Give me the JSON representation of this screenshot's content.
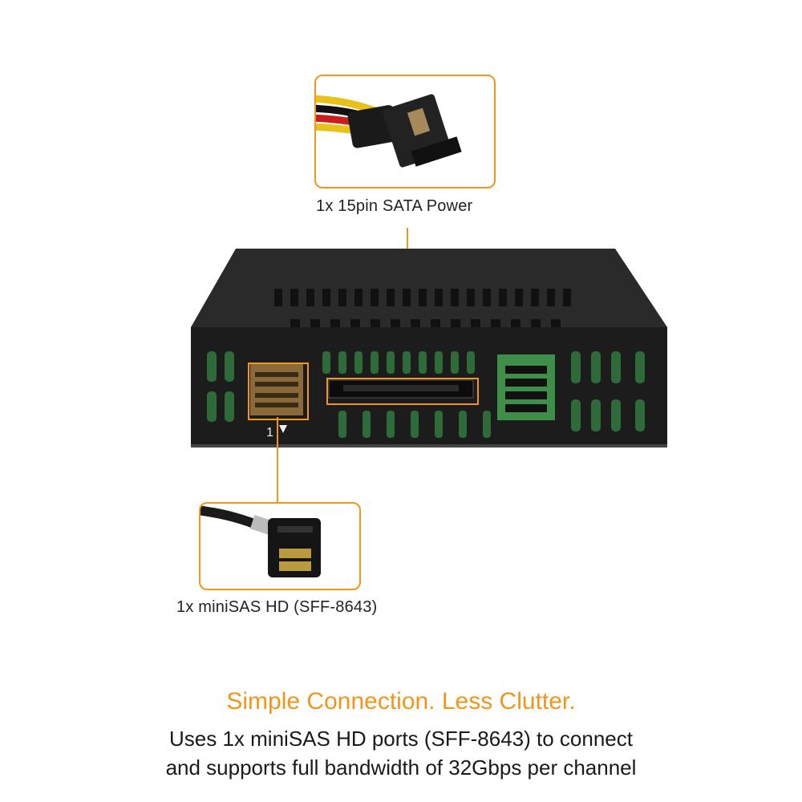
{
  "callouts": {
    "sata_power": {
      "label": "1x 15pin SATA Power",
      "image": "sata-power-cable"
    },
    "minisas": {
      "label": "1x miniSAS HD (SFF-8643)",
      "image": "minisas-hd-cable"
    }
  },
  "device": {
    "image": "drive-enclosure-rear-panel",
    "port_label": "1"
  },
  "footer": {
    "headline": "Simple Connection. Less Clutter.",
    "line1": "Uses 1x miniSAS HD ports (SFF-8643) to connect",
    "line2": "and supports full bandwidth of 32Gbps per channel"
  },
  "colors": {
    "accent": "#f0961e",
    "text": "#1a1a1a",
    "device": "#1c1c1c"
  }
}
